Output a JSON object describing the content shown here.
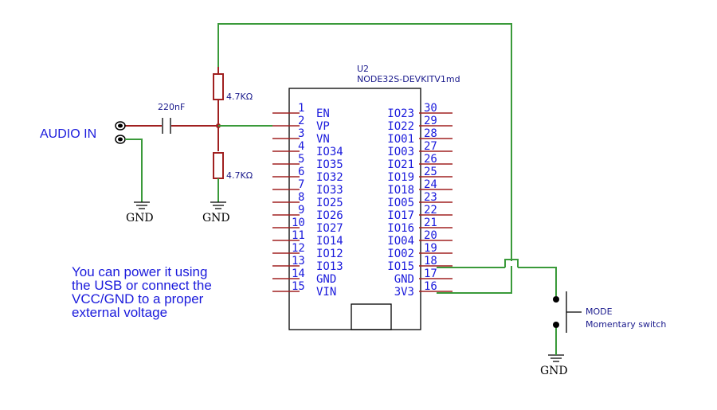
{
  "ic": {
    "ref": "U2",
    "part": "NODE32S-DEVKITV1md",
    "left_pins": [
      {
        "num": "1",
        "name": "EN"
      },
      {
        "num": "2",
        "name": "VP"
      },
      {
        "num": "3",
        "name": "VN"
      },
      {
        "num": "4",
        "name": "IO34"
      },
      {
        "num": "5",
        "name": "IO35"
      },
      {
        "num": "6",
        "name": "IO32"
      },
      {
        "num": "7",
        "name": "IO33"
      },
      {
        "num": "8",
        "name": "IO25"
      },
      {
        "num": "9",
        "name": "IO26"
      },
      {
        "num": "10",
        "name": "IO27"
      },
      {
        "num": "11",
        "name": "IO14"
      },
      {
        "num": "12",
        "name": "IO12"
      },
      {
        "num": "13",
        "name": "IO13"
      },
      {
        "num": "14",
        "name": "GND"
      },
      {
        "num": "15",
        "name": "VIN"
      }
    ],
    "right_pins": [
      {
        "num": "30",
        "name": "IO23"
      },
      {
        "num": "29",
        "name": "IO22"
      },
      {
        "num": "28",
        "name": "IO01"
      },
      {
        "num": "27",
        "name": "IO03"
      },
      {
        "num": "26",
        "name": "IO21"
      },
      {
        "num": "25",
        "name": "IO19"
      },
      {
        "num": "24",
        "name": "IO18"
      },
      {
        "num": "23",
        "name": "IO05"
      },
      {
        "num": "22",
        "name": "IO17"
      },
      {
        "num": "21",
        "name": "IO16"
      },
      {
        "num": "20",
        "name": "IO04"
      },
      {
        "num": "19",
        "name": "IO02"
      },
      {
        "num": "18",
        "name": "IO15"
      },
      {
        "num": "17",
        "name": "GND"
      },
      {
        "num": "16",
        "name": "3V3"
      }
    ]
  },
  "components": {
    "audio_in_label": "AUDIO IN",
    "capacitor_value": "220nF",
    "resistor_top_value": "4.7KΩ",
    "resistor_bottom_value": "4.7KΩ",
    "gnd_label": "GND",
    "switch_label": "MODE",
    "switch_desc": "Momentary switch"
  },
  "note": {
    "lines": [
      "You can power it using",
      "the USB or connect the",
      "VCC/GND to a proper",
      "external voltage"
    ]
  },
  "colors": {
    "wire_green": "#3a9a3a",
    "wire_red": "#a02020",
    "text_blue": "#1a1adc"
  }
}
